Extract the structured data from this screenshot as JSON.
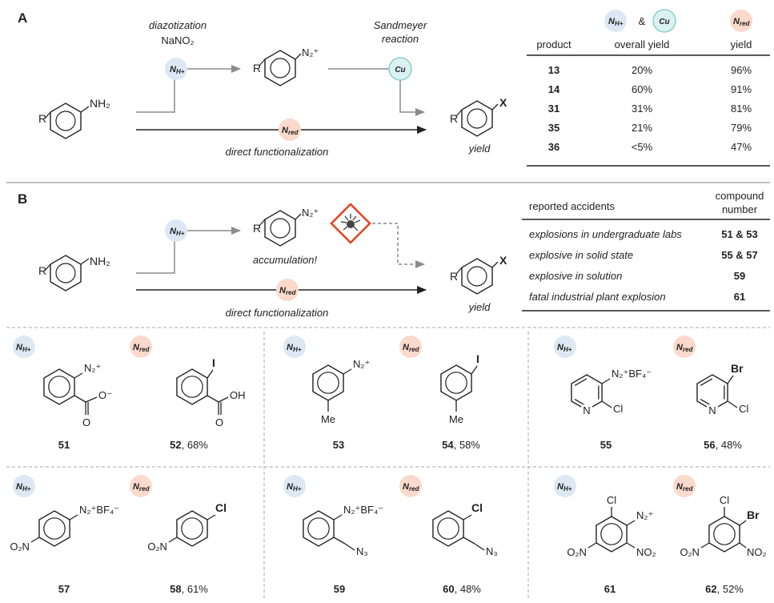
{
  "panelA": {
    "label": "A",
    "step1_line1": "diazotization",
    "step1_line2": "NaNO₂",
    "sandmeyer_line1": "Sandmeyer",
    "sandmeyer_line2": "reaction",
    "direct": "direct functionalization",
    "yield": "yield",
    "amine_group": "NH₂",
    "r_group": "R",
    "diazonium": "N₂⁺",
    "x_group": "X",
    "amp": "&",
    "table": {
      "col1": "product",
      "col2": "overall yield",
      "col3": "yield",
      "rows": [
        {
          "product": "13",
          "overall": "20%",
          "yield": "96%"
        },
        {
          "product": "14",
          "overall": "60%",
          "yield": "91%"
        },
        {
          "product": "31",
          "overall": "31%",
          "yield": "81%"
        },
        {
          "product": "35",
          "overall": "21%",
          "yield": "79%"
        },
        {
          "product": "36",
          "overall": "<5%",
          "yield": "47%"
        }
      ]
    }
  },
  "panelB": {
    "label": "B",
    "accumulation": "accumulation!",
    "direct": "direct functionalization",
    "yield": "yield",
    "amine_group": "NH₂",
    "r_group": "R",
    "diazonium": "N₂⁺",
    "x_group": "X",
    "table": {
      "col1": "reported accidents",
      "col2_line1": "compound",
      "col2_line2": "number",
      "rows": [
        {
          "text": "explosions in undergraduate labs",
          "num": "51 & 53"
        },
        {
          "text": "explosive in solid state",
          "num": "55 & 57"
        },
        {
          "text": "explosive in solution",
          "num": "59"
        },
        {
          "text": "fatal industrial plant explosion",
          "num": "61"
        }
      ]
    }
  },
  "badges": {
    "nh": "N",
    "nh_sub": "H+",
    "nred": "N",
    "nred_sub": "red",
    "cu": "Cu"
  },
  "compounds": {
    "c51": {
      "num": "51",
      "yield": "",
      "n2": "N₂⁺",
      "carboxylate": "O⁻",
      "o": "O"
    },
    "c52": {
      "num": "52",
      "yield": ", 68%",
      "halogen": "I",
      "oh": "OH",
      "o": "O"
    },
    "c53": {
      "num": "53",
      "yield": "",
      "n2": "N₂⁺",
      "me": "Me"
    },
    "c54": {
      "num": "54",
      "yield": ", 58%",
      "halogen": "I",
      "me": "Me"
    },
    "c55": {
      "num": "55",
      "yield": "",
      "n2": "N₂⁺BF₄⁻",
      "cl": "Cl",
      "n": "N"
    },
    "c56": {
      "num": "56",
      "yield": ", 48%",
      "halogen": "Br",
      "cl": "Cl",
      "n": "N"
    },
    "c57": {
      "num": "57",
      "yield": "",
      "n2": "N₂⁺BF₄⁻",
      "no2": "O₂N"
    },
    "c58": {
      "num": "58",
      "yield": ", 61%",
      "halogen": "Cl",
      "no2": "O₂N"
    },
    "c59": {
      "num": "59",
      "yield": "",
      "n2": "N₂⁺BF₄⁻",
      "n3": "N₃"
    },
    "c60": {
      "num": "60",
      "yield": ", 48%",
      "halogen": "Cl",
      "n3": "N₃"
    },
    "c61": {
      "num": "61",
      "yield": "",
      "n2": "N₂⁺",
      "cl": "Cl",
      "no2_left": "O₂N",
      "no2_right": "NO₂"
    },
    "c62": {
      "num": "62",
      "yield": ", 52%",
      "halogen": "Br",
      "cl": "Cl",
      "no2_left": "O₂N",
      "no2_right": "NO₂"
    }
  },
  "colors": {
    "halogen": "#e2451f",
    "nh_badge_fill": "#dde8f4",
    "nh_badge_text": "#1f4e8c",
    "nred_badge_fill": "#fbd9cb",
    "nred_badge_text": "#d9471e",
    "cu_badge_fill": "#dcf1f1",
    "cu_badge_stroke": "#7fc8c8",
    "cu_badge_text": "#1c7c7c",
    "amine_blue": "#1f4e8c",
    "gray_arrow": "#8c8c8c"
  }
}
